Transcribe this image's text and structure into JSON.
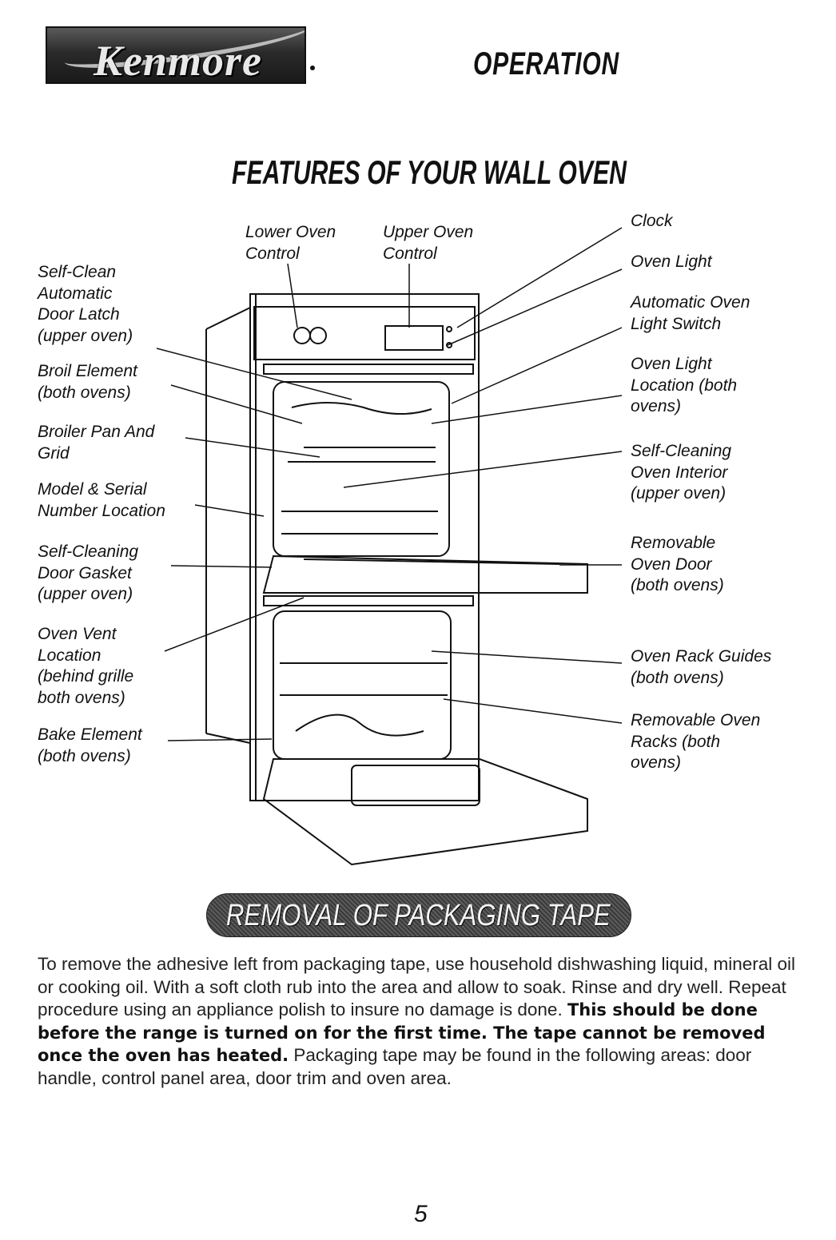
{
  "header": {
    "brand": "Kenmore",
    "title": "OPERATION"
  },
  "section": {
    "title": "FEATURES OF YOUR WALL OVEN"
  },
  "labels": {
    "lower_oven_control": "Lower Oven\nControl",
    "upper_oven_control": "Upper Oven\nControl",
    "self_clean_latch": "Self-Clean\nAutomatic\nDoor Latch\n(upper oven)",
    "broil_element": "Broil Element\n(both ovens)",
    "broiler_pan": "Broiler Pan And\nGrid",
    "model_serial": "Model & Serial\nNumber Location",
    "door_gasket": "Self-Cleaning\nDoor Gasket\n(upper oven)",
    "oven_vent": "Oven Vent\nLocation\n(behind grille\nboth ovens)",
    "bake_element": "Bake Element\n(both ovens)",
    "clock": "Clock",
    "oven_light": "Oven Light",
    "auto_light_switch": "Automatic Oven\nLight Switch",
    "light_location": "Oven Light\nLocation (both\novens)",
    "self_cleaning_interior": "Self-Cleaning\nOven Interior\n(upper oven)",
    "removable_door": "Removable\nOven Door\n(both ovens)",
    "rack_guides": "Oven Rack Guides\n(both ovens)",
    "removable_racks": "Removable Oven\nRacks (both\novens)"
  },
  "banner": {
    "text": "REMOVAL OF PACKAGING TAPE"
  },
  "body": {
    "intro": "To remove the adhesive left from packaging tape, use household dishwashing liquid, mineral oil or cooking oil. With a soft cloth rub into the area and allow to soak. Rinse and dry well. Repeat procedure using an appliance polish to insure no damage is done. ",
    "warning": "This should be done before the range is turned on for the first time. The tape cannot be removed once the oven has heated.",
    "outro": " Packaging tape may be found in the following areas: door handle, control panel area, door trim and oven area."
  },
  "page_number": "5"
}
